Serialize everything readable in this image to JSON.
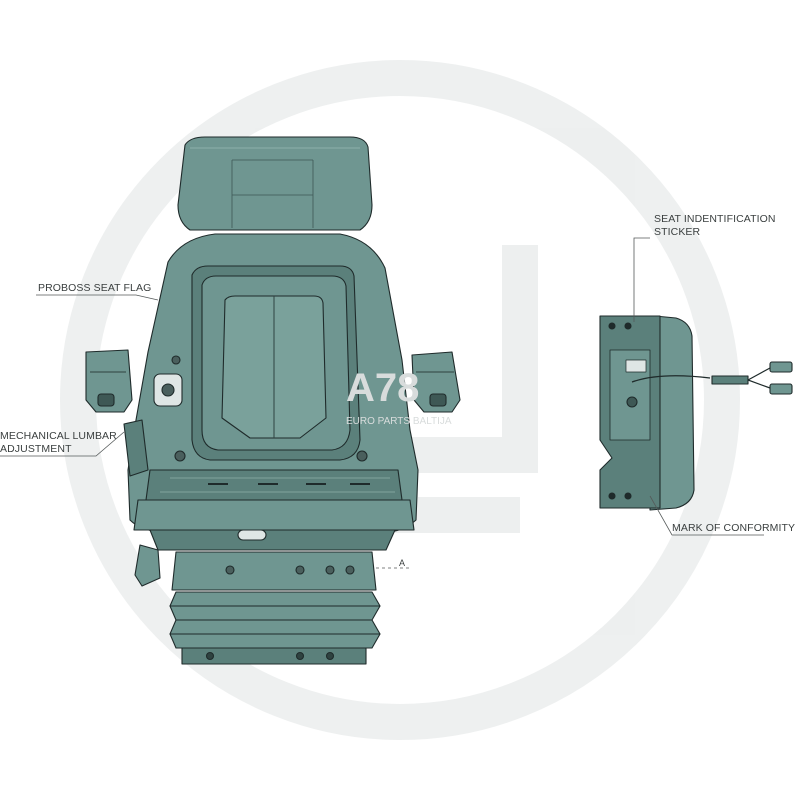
{
  "labels": {
    "flag": "PROBOSS SEAT FLAG",
    "lumbar_line1": "MECHANICAL LUMBAR",
    "lumbar_line2": "ADJUSTMENT",
    "sticker_line1": "SEAT INDENTIFICATION",
    "sticker_line2": "STICKER",
    "conformity": "MARK OF CONFORMITY",
    "dim_a": "A"
  },
  "watermark": {
    "logo_text": "A78",
    "sub_text": "EURO PARTS BALTIJA"
  },
  "colors": {
    "seat_fill": "#6f9691",
    "seat_dark": "#5b807b",
    "seat_light": "#8eb0ab",
    "outline": "#1f2b2b",
    "watermark": "#e9ecec",
    "leader": "#555a5a"
  }
}
